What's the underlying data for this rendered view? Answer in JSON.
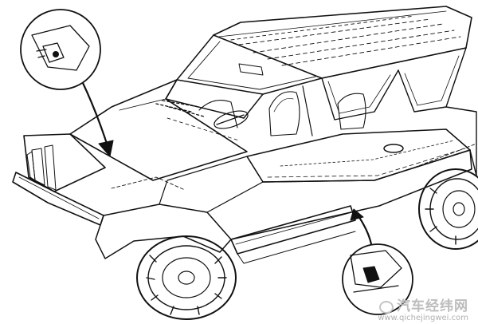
{
  "watermark": {
    "title": "汽车经纬网",
    "url": "www.qichejingwei.com"
  },
  "colors": {
    "ink": "#111111",
    "paper": "#ffffff",
    "watermark": "#bdbdbd"
  },
  "callouts": [
    {
      "name": "upper-callout",
      "target": "front-cowl-mount"
    },
    {
      "name": "lower-callout",
      "target": "rocker-sill-joint"
    }
  ]
}
